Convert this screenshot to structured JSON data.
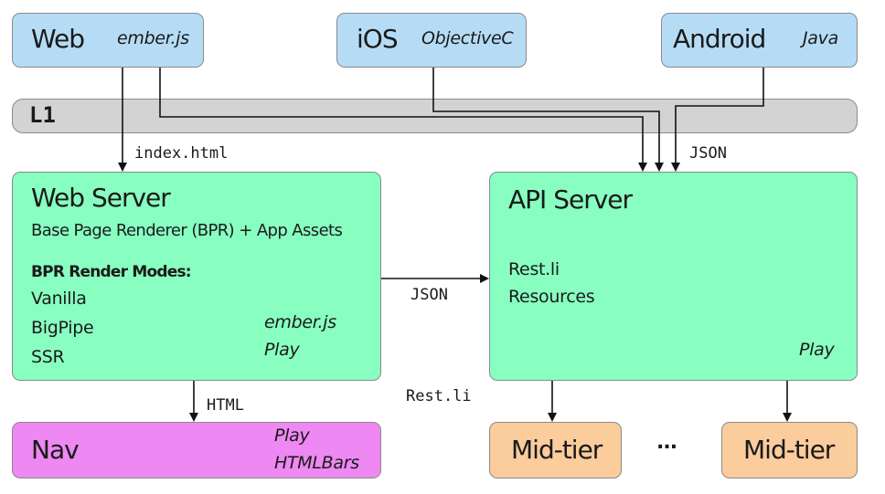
{
  "clients": {
    "web": {
      "title": "Web",
      "tech": "ember.js"
    },
    "ios": {
      "title": "iOS",
      "tech": "ObjectiveC"
    },
    "android": {
      "title": "Android",
      "tech": "Java"
    }
  },
  "layer": {
    "label": "L1"
  },
  "edges": {
    "index_html": "index.html",
    "json_top": "JSON",
    "json_mid": "JSON",
    "html": "HTML",
    "rest_li": "Rest.li"
  },
  "web_server": {
    "title": "Web Server",
    "subtitle": "Base Page Renderer (BPR) + App Assets",
    "modes_heading": "BPR Render Modes:",
    "modes": [
      "Vanilla",
      "BigPipe",
      "SSR"
    ],
    "tech": [
      "ember.js",
      "Play"
    ]
  },
  "api_server": {
    "title": "API Server",
    "lines": [
      "Rest.li",
      "Resources"
    ],
    "tech": "Play"
  },
  "nav": {
    "title": "Nav",
    "tech": [
      "Play",
      "HTMLBars"
    ]
  },
  "mid_tier": {
    "left": "Mid-tier",
    "ellipsis": "...",
    "right": "Mid-tier"
  },
  "colors": {
    "client": "#b6dcf5",
    "layer": "#d3d3d3",
    "server": "#88ffc1",
    "nav": "#ee88f2",
    "mid_tier": "#fbcc9c"
  }
}
